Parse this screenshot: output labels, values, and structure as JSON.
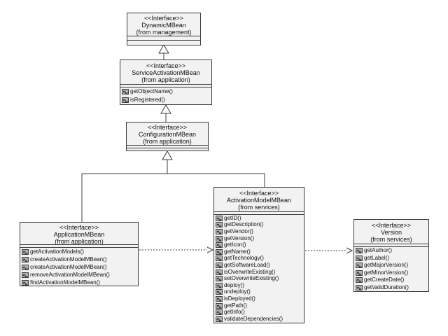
{
  "diagram": {
    "type": "uml-class-diagram",
    "classes": {
      "dynamic": {
        "stereotype": "<<Interface>>",
        "name": "DynamicMBean",
        "package": "(from management)",
        "methods": []
      },
      "serviceActivation": {
        "stereotype": "<<Interface>>",
        "name": "ServiceActivationMBean",
        "package": "(from application)",
        "methods": [
          "getObjectName()",
          "isRegistered()"
        ]
      },
      "configuration": {
        "stereotype": "<<Interface>>",
        "name": "ConfigurationMBean",
        "package": "(from application)",
        "methods": []
      },
      "application": {
        "stereotype": "<<Interface>>",
        "name": "ApplicationMBean",
        "package": "(from application)",
        "methods": [
          "getActivationModels()",
          "createActivationModelMBean()",
          "createActivationModelMBean()",
          "removeActivationModelMBean()",
          "findActivationModelMBean()"
        ]
      },
      "activationModel": {
        "stereotype": "<<Interface>>",
        "name": "ActivationModelMBean",
        "package": "(from services)",
        "methods": [
          "getID()",
          "getDescription()",
          "getVendor()",
          "getVersion()",
          "getIcon()",
          "getName()",
          "getTechnology()",
          "getSoftwareLoad()",
          "isOverwriteExisting()",
          "setOverwriteExisting()",
          "deploy()",
          "undeploy()",
          "isDeployed()",
          "getPath()",
          "getInfo()",
          "validateDependencies()"
        ]
      },
      "version": {
        "stereotype": "<<Interface>>",
        "name": "Version",
        "package": "(from services)",
        "methods": [
          "getAuthor()",
          "getLabel()",
          "getMajorVersion()",
          "getMinorVersion()",
          "getCreateDate()",
          "getValidDuration()"
        ]
      }
    },
    "relations": [
      {
        "type": "generalization",
        "from": "ServiceActivationMBean",
        "to": "DynamicMBean"
      },
      {
        "type": "generalization",
        "from": "ConfigurationMBean",
        "to": "ServiceActivationMBean"
      },
      {
        "type": "generalization",
        "from": "ApplicationMBean",
        "to": "ConfigurationMBean"
      },
      {
        "type": "generalization",
        "from": "ActivationModelMBean",
        "to": "ConfigurationMBean"
      },
      {
        "type": "dependency",
        "from": "ApplicationMBean",
        "to": "ActivationModelMBean"
      },
      {
        "type": "dependency",
        "from": "ActivationModelMBean",
        "to": "Version"
      }
    ],
    "colors": {
      "box_fill": "#f2f2f2",
      "box_border": "#3c3c3c",
      "line": "#3c3c3c",
      "method_icon_fill": "#b0b0b0",
      "method_icon_stroke": "#404040"
    }
  }
}
